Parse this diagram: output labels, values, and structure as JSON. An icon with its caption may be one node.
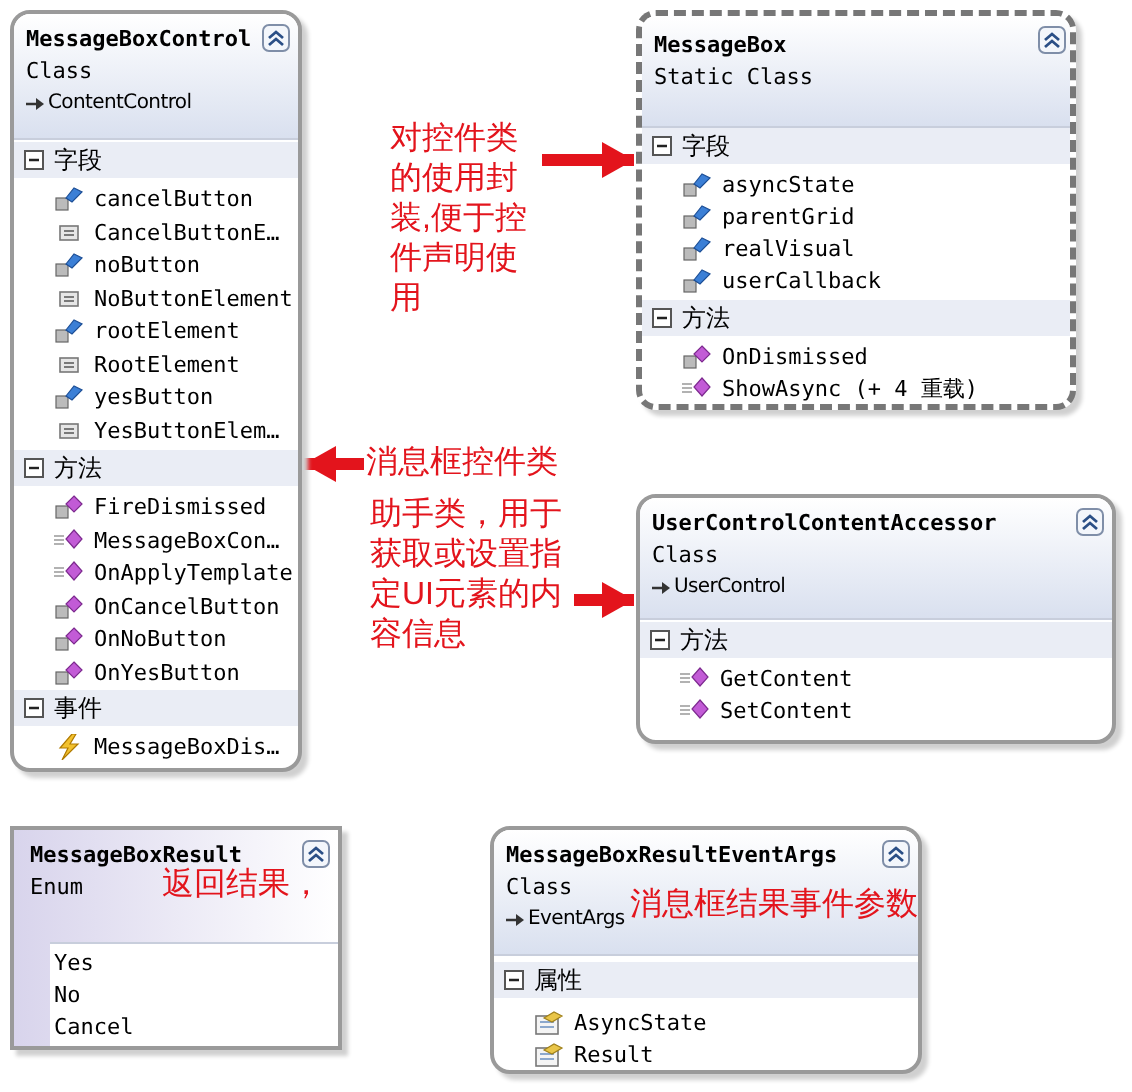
{
  "diagram": {
    "nodes": [
      {
        "text": [
          "MessageBoxControl",
          "Class",
          "ContentControl",
          "字段",
          "cancelButton",
          "CancelButtonE…",
          "noButton",
          "NoButtonElement",
          "rootElement",
          "RootElement",
          "yesButton",
          "YesButtonElem…",
          "方法",
          "FireDismissed",
          "MessageBoxCon…",
          "OnApplyTemplate",
          "OnCancelButton",
          "OnNoButton",
          "OnYesButton",
          "事件",
          "MessageBoxDis…"
        ]
      },
      {
        "text": [
          "对控件类的使用封装,便于控件声明使用"
        ]
      },
      {
        "text": [
          "MessageBox",
          "Static Class",
          "字段",
          "asyncState",
          "parentGrid",
          "realVisual",
          "userCallback",
          "方法",
          "OnDismissed",
          "ShowAsync (+ 4 重载)"
        ]
      },
      {
        "text": [
          "消息框控件类"
        ]
      },
      {
        "text": [
          "助手类，用于获取或设置指定UI元素的内容信息"
        ]
      },
      {
        "text": [
          "UserControlContentAccessor",
          "Class",
          "UserControl",
          "方法",
          "GetContent",
          "SetContent"
        ]
      },
      {
        "text": [
          "MessageBoxResult",
          "Enum",
          "返回结果，",
          "Yes",
          "No",
          "Cancel"
        ]
      },
      {
        "text": [
          "MessageBoxResultEventArgs",
          "Class",
          "EventArgs",
          "消息框结果事件参数",
          "属性",
          "AsyncState",
          "Result"
        ]
      }
    ],
    "edges": [
      {
        "from": 1,
        "to": 2,
        "arrow": "to"
      },
      {
        "from": 3,
        "to": 0,
        "arrow": "to"
      },
      {
        "from": 4,
        "to": 5,
        "arrow": "to"
      }
    ]
  }
}
